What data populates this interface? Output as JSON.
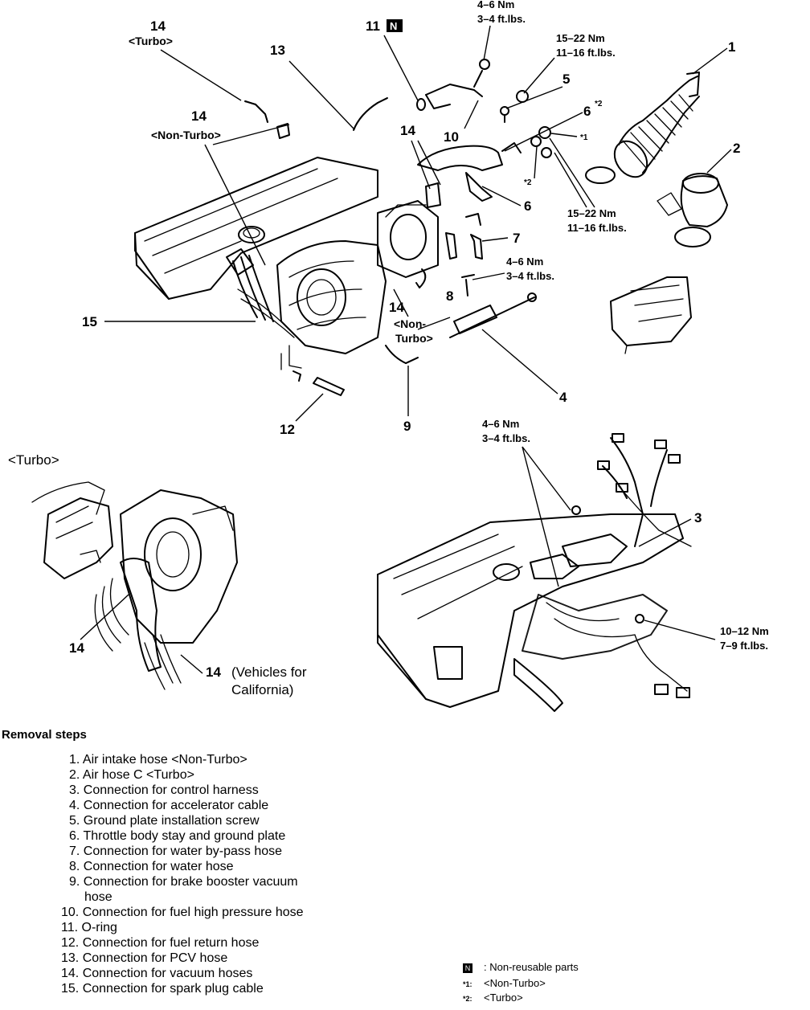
{
  "callouts": {
    "c1": "1",
    "c2": "2",
    "c3": "3",
    "c4": "4",
    "c5": "5",
    "c6a": "6",
    "c6b": "6",
    "c7": "7",
    "c8": "8",
    "c9": "9",
    "c10": "10",
    "c11": "11",
    "c11_badge": "N",
    "c12": "12",
    "c13": "13",
    "c14_turbo": "14",
    "c14_nonturbo": "14",
    "c14_mid": "14",
    "c14_lower": "14",
    "c15": "15",
    "inset_14a": "14",
    "inset_14b": "14",
    "c6_star": "*2",
    "c_star1": "*1",
    "c_star2": "*2"
  },
  "tags": {
    "turbo_top": "<Turbo>",
    "non_turbo_top": "<Non-Turbo>",
    "non_turbo_mid_1": "<Non-",
    "non_turbo_mid_2": "Turbo>",
    "california_1": "(Vehicles for",
    "california_2": "California)",
    "turbo_section": "<Turbo>"
  },
  "torques": {
    "t_top_nm": "4–6 Nm",
    "t_top_ft": "3–4 ft.lbs.",
    "t_15a_nm": "15–22 Nm",
    "t_15a_ft": "11–16 ft.lbs.",
    "t_15b_nm": "15–22 Nm",
    "t_15b_ft": "11–16 ft.lbs.",
    "t_mid_nm": "4–6 Nm",
    "t_mid_ft": "3–4 ft.lbs.",
    "t_lower_nm": "4–6 Nm",
    "t_lower_ft": "3–4 ft.lbs.",
    "t_10_nm": "10–12 Nm",
    "t_10_ft": "7–9 ft.lbs."
  },
  "removal_steps": {
    "title": "Removal steps",
    "items": [
      "1. Air intake hose <Non-Turbo>",
      "2. Air hose C <Turbo>",
      "3. Connection for control harness",
      "4. Connection for accelerator cable",
      "5. Ground plate installation screw",
      "6. Throttle body stay and ground plate",
      "7. Connection for water by-pass hose",
      "8. Connection for water hose",
      "9. Connection for brake booster vacuum",
      "hose",
      "10. Connection for fuel high pressure hose",
      "11. O-ring",
      "12. Connection for fuel return hose",
      "13. Connection for PCV hose",
      "14. Connection for vacuum hoses",
      "15. Connection for spark plug cable"
    ]
  },
  "legend": {
    "badge": "N",
    "nonreusable": ": Non-reusable parts",
    "star1_sym": "*1:",
    "star1_text": "<Non-Turbo>",
    "star2_sym": "*2:",
    "star2_text": "<Turbo>"
  }
}
